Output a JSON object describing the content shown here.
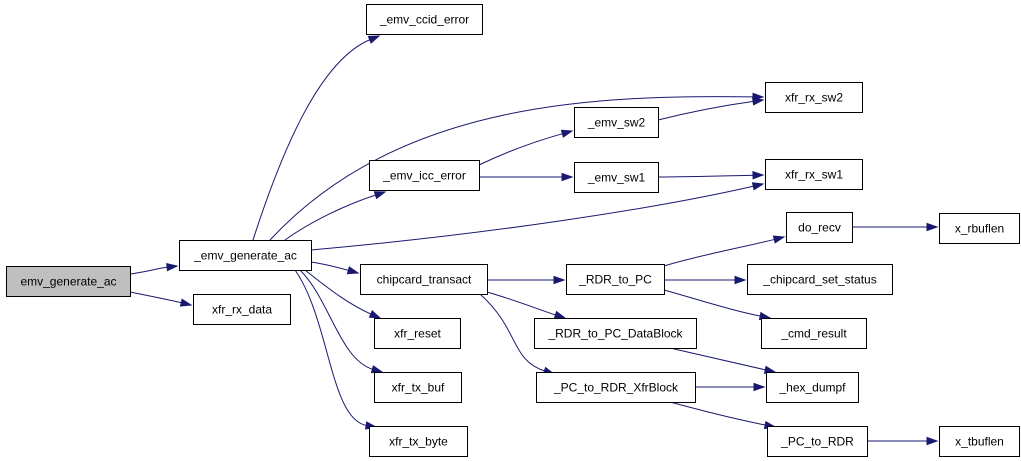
{
  "graph": {
    "colors": {
      "edge": "#191970",
      "root_fill": "#bfbfbf",
      "node_fill": "#ffffff",
      "node_border": "#000000"
    },
    "nodes": {
      "emv_generate_ac": "emv_generate_ac",
      "_emv_generate_ac": "_emv_generate_ac",
      "xfr_rx_data": "xfr_rx_data",
      "_emv_ccid_error": "_emv_ccid_error",
      "_emv_icc_error": "_emv_icc_error",
      "chipcard_transact": "chipcard_transact",
      "xfr_reset": "xfr_reset",
      "xfr_tx_buf": "xfr_tx_buf",
      "xfr_tx_byte": "xfr_tx_byte",
      "_emv_sw2": "_emv_sw2",
      "_emv_sw1": "_emv_sw1",
      "_RDR_to_PC": "_RDR_to_PC",
      "_RDR_to_PC_DataBlock": "_RDR_to_PC_DataBlock",
      "_PC_to_RDR_XfrBlock": "_PC_to_RDR_XfrBlock",
      "xfr_rx_sw2": "xfr_rx_sw2",
      "xfr_rx_sw1": "xfr_rx_sw1",
      "do_recv": "do_recv",
      "_chipcard_set_status": "_chipcard_set_status",
      "_cmd_result": "_cmd_result",
      "_hex_dumpf": "_hex_dumpf",
      "_PC_to_RDR": "_PC_to_RDR",
      "x_rbuflen": "x_rbuflen",
      "x_tbuflen": "x_tbuflen"
    },
    "edges": [
      [
        "emv_generate_ac",
        "_emv_generate_ac"
      ],
      [
        "emv_generate_ac",
        "xfr_rx_data"
      ],
      [
        "_emv_generate_ac",
        "_emv_ccid_error"
      ],
      [
        "_emv_generate_ac",
        "xfr_rx_sw2"
      ],
      [
        "_emv_generate_ac",
        "_emv_icc_error"
      ],
      [
        "_emv_generate_ac",
        "xfr_rx_sw1"
      ],
      [
        "_emv_generate_ac",
        "chipcard_transact"
      ],
      [
        "_emv_generate_ac",
        "xfr_reset"
      ],
      [
        "_emv_generate_ac",
        "xfr_tx_buf"
      ],
      [
        "_emv_generate_ac",
        "xfr_tx_byte"
      ],
      [
        "_emv_icc_error",
        "_emv_sw2"
      ],
      [
        "_emv_icc_error",
        "_emv_sw1"
      ],
      [
        "_emv_sw2",
        "xfr_rx_sw2"
      ],
      [
        "_emv_sw1",
        "xfr_rx_sw1"
      ],
      [
        "chipcard_transact",
        "_RDR_to_PC"
      ],
      [
        "chipcard_transact",
        "_RDR_to_PC_DataBlock"
      ],
      [
        "chipcard_transact",
        "_PC_to_RDR_XfrBlock"
      ],
      [
        "_RDR_to_PC",
        "do_recv"
      ],
      [
        "_RDR_to_PC",
        "_chipcard_set_status"
      ],
      [
        "_RDR_to_PC",
        "_cmd_result"
      ],
      [
        "_RDR_to_PC_DataBlock",
        "_hex_dumpf"
      ],
      [
        "_PC_to_RDR_XfrBlock",
        "_hex_dumpf"
      ],
      [
        "_PC_to_RDR_XfrBlock",
        "_PC_to_RDR"
      ],
      [
        "do_recv",
        "x_rbuflen"
      ],
      [
        "_PC_to_RDR",
        "x_tbuflen"
      ]
    ]
  }
}
